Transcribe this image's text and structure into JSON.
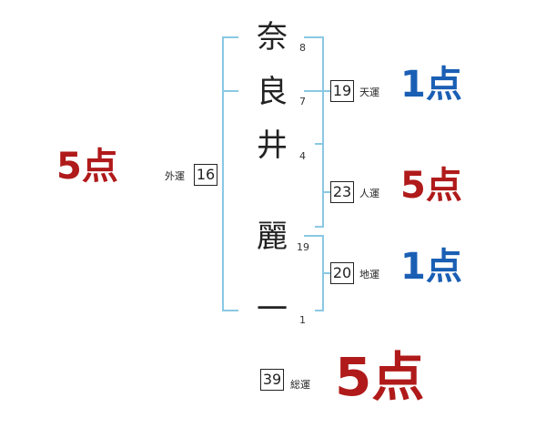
{
  "name": {
    "chars": [
      {
        "char": "奈",
        "strokes": "8"
      },
      {
        "char": "良",
        "strokes": "7"
      },
      {
        "char": "井",
        "strokes": "4"
      },
      {
        "char": "麗",
        "strokes": "19"
      },
      {
        "char": "一",
        "strokes": "1"
      }
    ]
  },
  "fortunes": {
    "gaiun": {
      "number": "16",
      "label": "外運",
      "score": "5点"
    },
    "tenun": {
      "number": "19",
      "label": "天運",
      "score": "1点"
    },
    "jinun": {
      "number": "23",
      "label": "人運",
      "score": "5点"
    },
    "chiun": {
      "number": "20",
      "label": "地運",
      "score": "1点"
    },
    "souun": {
      "number": "39",
      "label": "総運",
      "score": "5点"
    }
  },
  "colors": {
    "bracket": "#8ac8e4",
    "score_high": "#b01a1a",
    "score_low": "#1a5fb4"
  }
}
